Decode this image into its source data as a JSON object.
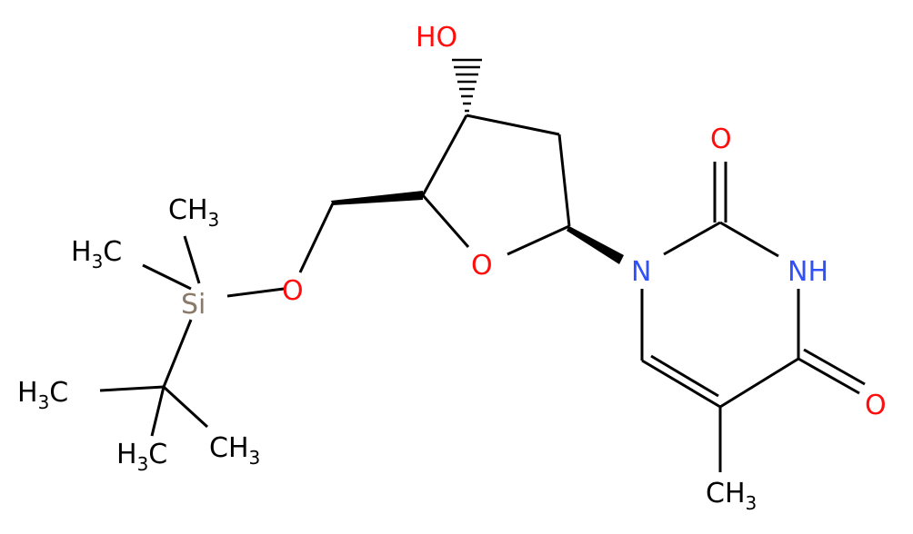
{
  "molecule": {
    "atoms": {
      "hydroxyl": {
        "text": "HO",
        "color": "#ff0d0d"
      },
      "ring_oxygen": {
        "text": "O",
        "color": "#ff0d0d"
      },
      "ether_oxygen": {
        "text": "O",
        "color": "#ff0d0d"
      },
      "carbonyl_oxygen_top": {
        "text": "O",
        "color": "#ff0d0d"
      },
      "carbonyl_oxygen_right": {
        "text": "O",
        "color": "#ff0d0d"
      },
      "n1": {
        "text": "N",
        "color": "#3050f8"
      },
      "n3": {
        "text": "NH",
        "color": "#3050f8"
      },
      "silicon": {
        "text": "Si",
        "color": "#8a7a6a"
      },
      "methyl_si_top": {
        "main": "CH",
        "sub": "3"
      },
      "methyl_si_left": {
        "main": "H",
        "sub": "3",
        "tail": "C"
      },
      "methyl_tbu_left": {
        "main": "H",
        "sub": "3",
        "tail": "C"
      },
      "methyl_tbu_bottom": {
        "main": "H",
        "sub": "3",
        "tail": "C"
      },
      "methyl_tbu_right": {
        "main": "CH",
        "sub": "3"
      },
      "methyl_c5": {
        "main": "CH",
        "sub": "3"
      }
    }
  }
}
